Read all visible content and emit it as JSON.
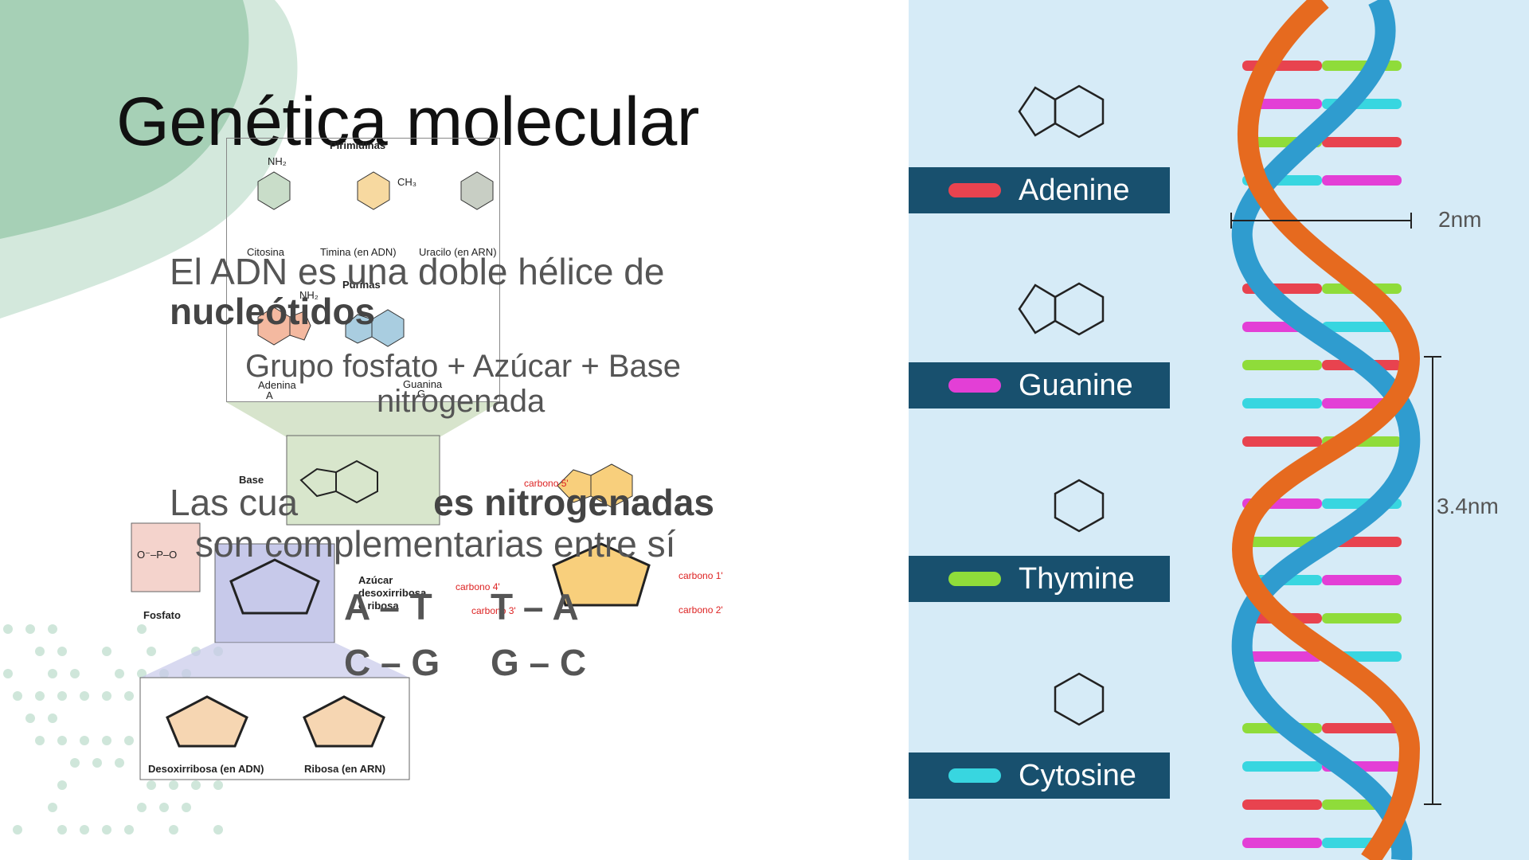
{
  "slide": {
    "title": "Genética molecular",
    "bullet1_line1": "El ADN es una doble hélice de",
    "bullet1_bold": "nucleótidos",
    "bullet1_sub_line1": "Grupo fosfato + Azúcar + Base",
    "bullet1_sub_line2": "nitrogenada",
    "bullet2_prefix": "Las cua",
    "bullet2_bold": "es nitrogenadas",
    "bullet2_line2": "son complementarias entre sí",
    "pair_at": "A – T",
    "pair_ta": "T – A",
    "pair_cg": "C – G",
    "pair_gc": "G – C"
  },
  "left_figure": {
    "pyrimidines_header": "Pirimidinas",
    "citosina": "Citosina",
    "timina": "Timina (en ADN)",
    "uracilo": "Uracilo (en ARN)",
    "purines_header": "Purinas",
    "adenina": "Adenina",
    "adenina_letter": "A",
    "guanina": "Guanina",
    "guanina_letter": "G",
    "base": "Base",
    "fosfato": "Fosfato",
    "azucar": "Azúcar",
    "desoxirribosa_o_ribosa_1": "desoxirribosa",
    "desoxirribosa_o_ribosa_2": "o ribosa",
    "desoxirribosa_adn": "Desoxirribosa (en ADN)",
    "ribosa_arn": "Ribosa (en ARN)",
    "carbono5": "carbono 5'",
    "carbono4": "carbono 4'",
    "carbono3": "carbono 3'",
    "carbono1": "carbono 1'",
    "carbono2": "carbono 2'"
  },
  "right_panel": {
    "bases": [
      {
        "name": "Adenine",
        "color": "#e8434f"
      },
      {
        "name": "Guanine",
        "color": "#e33fd6"
      },
      {
        "name": "Thymine",
        "color": "#8fdc3a"
      },
      {
        "name": "Cytosine",
        "color": "#38d6e0"
      }
    ],
    "width_label": "2nm",
    "pitch_label": "3.4nm",
    "strand_colors": {
      "orange": "#e66a1f",
      "blue": "#2f9ccf"
    }
  }
}
